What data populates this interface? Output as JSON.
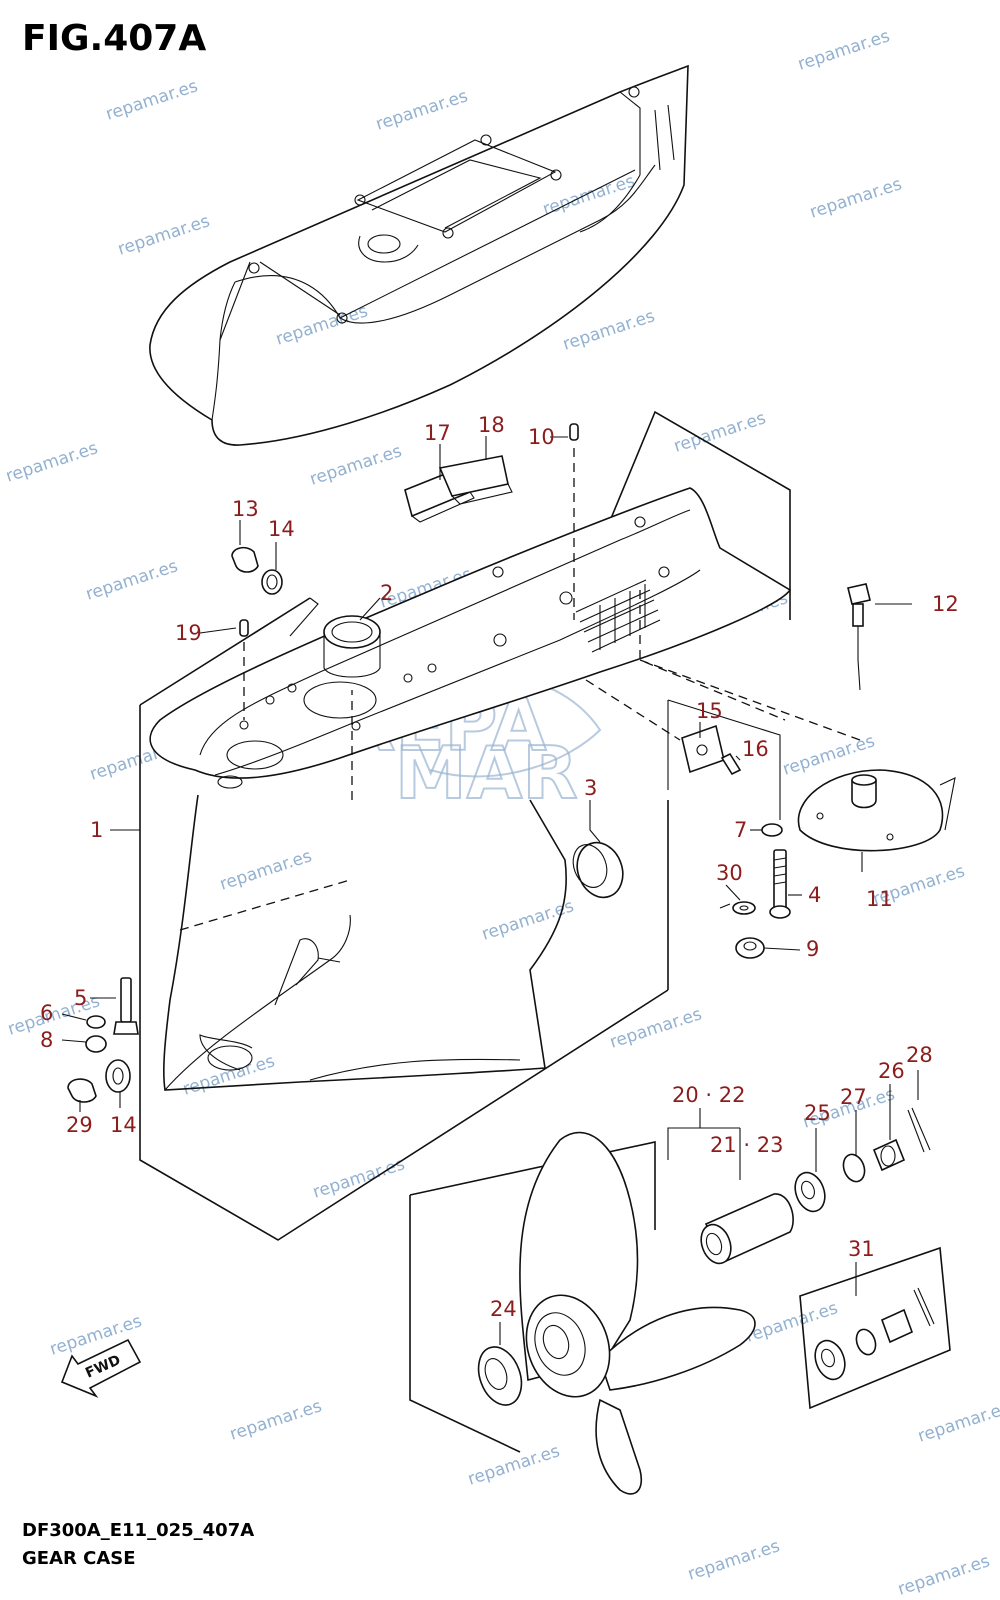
{
  "figure": {
    "title": "FIG.407A",
    "code": "DF300A_E11_025_407A",
    "name": "GEAR CASE",
    "fwd_label": "FWD"
  },
  "watermark": {
    "text": "repamar.es",
    "logo_text": [
      "REPA",
      "MAR"
    ]
  },
  "callouts": [
    {
      "id": "c1",
      "text": "1"
    },
    {
      "id": "c2",
      "text": "2"
    },
    {
      "id": "c3",
      "text": "3"
    },
    {
      "id": "c4",
      "text": "4"
    },
    {
      "id": "c5",
      "text": "5"
    },
    {
      "id": "c6",
      "text": "6"
    },
    {
      "id": "c7",
      "text": "7"
    },
    {
      "id": "c8",
      "text": "8"
    },
    {
      "id": "c9",
      "text": "9"
    },
    {
      "id": "c10",
      "text": "10"
    },
    {
      "id": "c11",
      "text": "11"
    },
    {
      "id": "c12",
      "text": "12"
    },
    {
      "id": "c13",
      "text": "13"
    },
    {
      "id": "c14a",
      "text": "14"
    },
    {
      "id": "c14b",
      "text": "14"
    },
    {
      "id": "c15",
      "text": "15"
    },
    {
      "id": "c16",
      "text": "16"
    },
    {
      "id": "c17",
      "text": "17"
    },
    {
      "id": "c18",
      "text": "18"
    },
    {
      "id": "c19",
      "text": "19"
    },
    {
      "id": "c2022",
      "text": "20 · 22"
    },
    {
      "id": "c2123",
      "text": "21 · 23"
    },
    {
      "id": "c24",
      "text": "24"
    },
    {
      "id": "c25",
      "text": "25"
    },
    {
      "id": "c26",
      "text": "26"
    },
    {
      "id": "c27",
      "text": "27"
    },
    {
      "id": "c28",
      "text": "28"
    },
    {
      "id": "c29",
      "text": "29"
    },
    {
      "id": "c30",
      "text": "30"
    },
    {
      "id": "c31",
      "text": "31"
    }
  ],
  "colors": {
    "callout": "#8b1d1d",
    "line": "#111111",
    "watermark": "#7fa4c9"
  }
}
